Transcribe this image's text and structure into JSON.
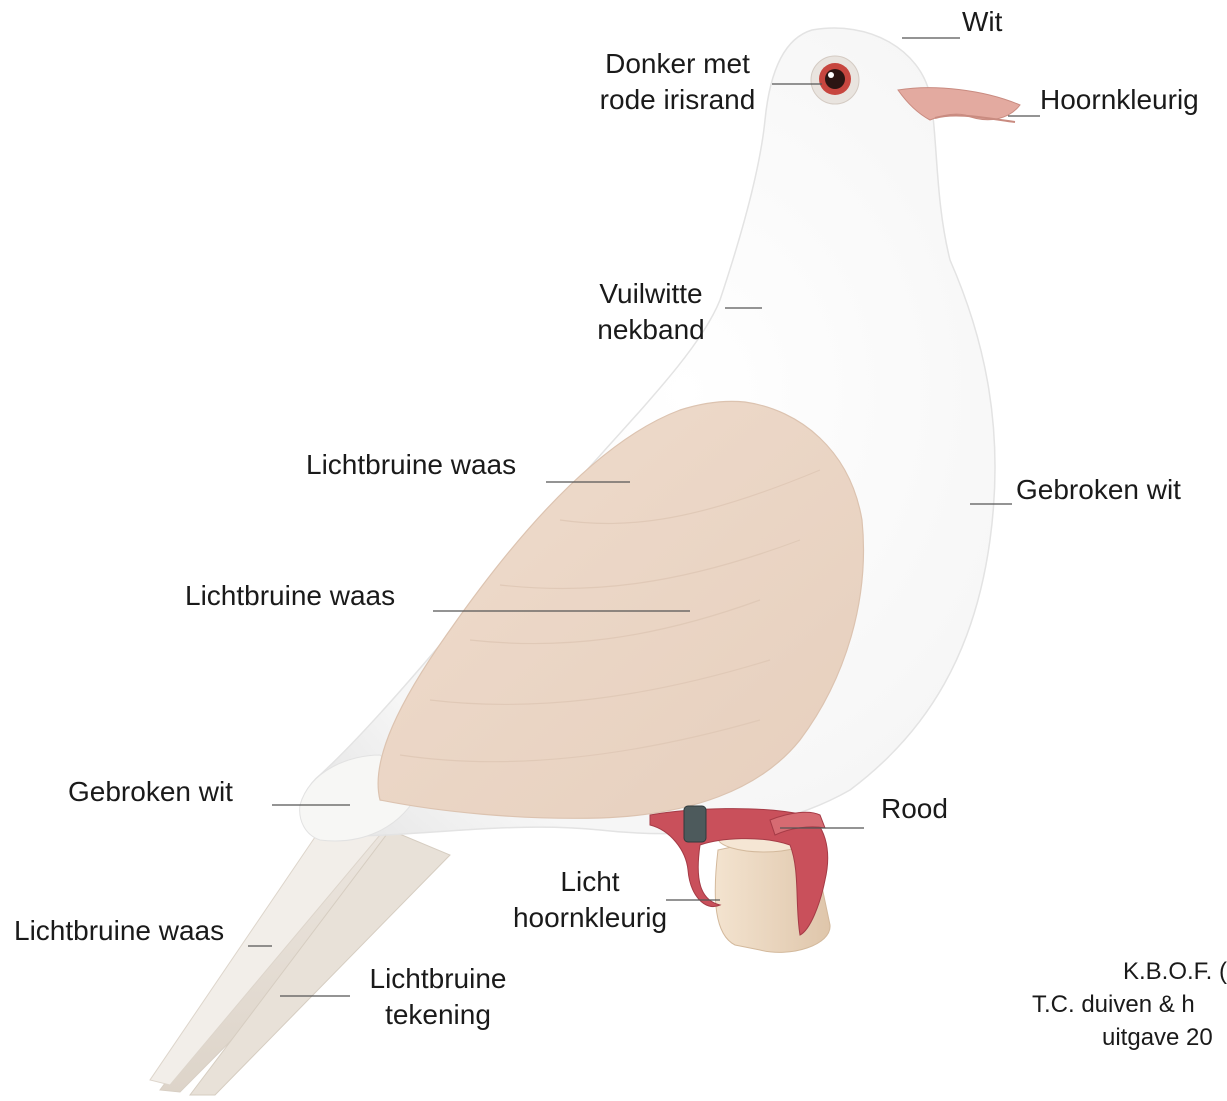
{
  "labels": {
    "head": "Wit",
    "eye": [
      "Donker met",
      "rode irisrand"
    ],
    "beak": "Hoornkleurig",
    "neck_band": [
      "Vuilwitte",
      "nekband"
    ],
    "shoulder": "Lichtbruine waas",
    "wing": "Lichtbruine waas",
    "breast": "Gebroken wit",
    "rump": "Gebroken wit",
    "feet": "Rood",
    "nails": [
      "Licht",
      "hoornkleurig"
    ],
    "tail": "Lichtbruine waas",
    "tail_marking": [
      "Lichtbruine",
      "tekening"
    ]
  },
  "credit": [
    "K.B.O.F. (",
    "T.C. duiven & h",
    "uitgave 20"
  ],
  "colors": {
    "plumage_white": "#ffffff",
    "wing_tan": "#ecd7c7",
    "beak_horn": "#e2a79d",
    "feet_red": "#c8505a",
    "perch_wood": "#efdcc7",
    "leader_line": "#555555"
  }
}
